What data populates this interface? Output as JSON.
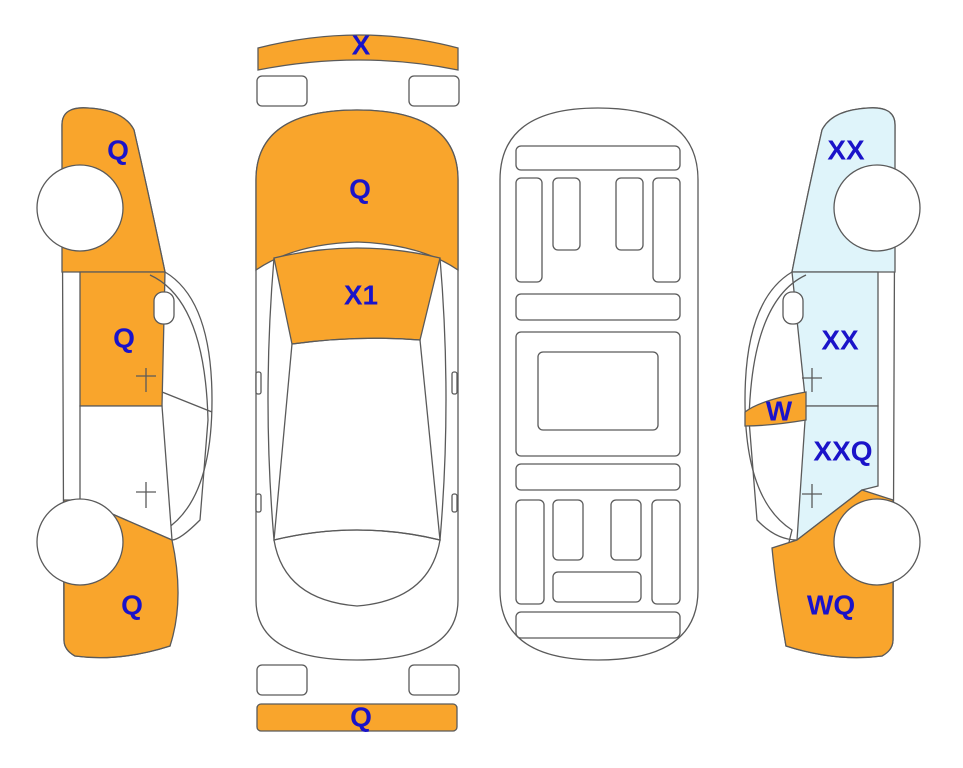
{
  "colors": {
    "damage": "#f9a52c",
    "light": "#dff4fa",
    "label": "#1a13c9",
    "outline": "#5a5a5a"
  },
  "labels": {
    "front_bumper": "X",
    "hood": "Q",
    "windshield": "X1",
    "rear_bumper": "Q",
    "left_front_fender": "Q",
    "left_front_door": "Q",
    "left_rear_quarter": "Q",
    "right_front_fender": "XX",
    "right_front_door": "XX",
    "right_mirror": "W",
    "right_rear_door": "XXQ",
    "right_rear_quarter": "WQ"
  }
}
